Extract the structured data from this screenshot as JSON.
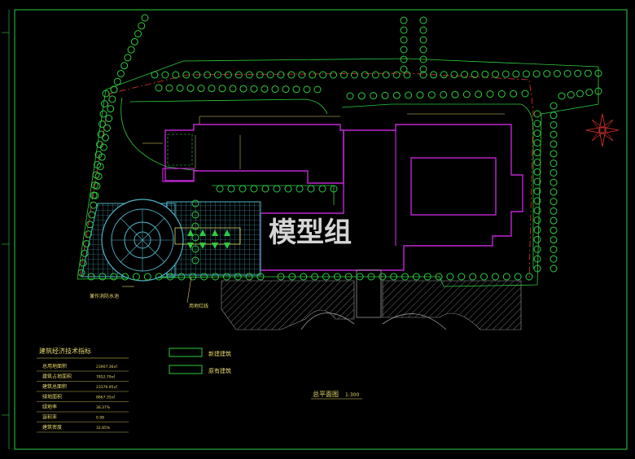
{
  "drawing": {
    "title": "总平面图",
    "scale": "1:300",
    "watermark": "模型组",
    "labels": {
      "fire_pool": "兼作消防水池",
      "red_line": "用地红线"
    },
    "legend": [
      {
        "label": "新建建筑",
        "color": "#2ecc40"
      },
      {
        "label": "原有建筑",
        "color": "#2ecc40"
      }
    ],
    "table": {
      "title": "建筑经济技术指标",
      "rows": [
        {
          "name": "总用地面积",
          "value": "23907.36㎡"
        },
        {
          "name": "建筑占地面积",
          "value": "7852.79㎡"
        },
        {
          "name": "建筑总面积",
          "value": "23376.95㎡"
        },
        {
          "name": "绿地面积",
          "value": "8867.35㎡"
        },
        {
          "name": "绿地率",
          "value": "36.37%"
        },
        {
          "name": "容积率",
          "value": "0.98"
        },
        {
          "name": "建筑密度",
          "value": "32.85%"
        }
      ]
    }
  },
  "colors": {
    "background": "#000000",
    "frame": "#2ecc40",
    "building_outline": "#c026d3",
    "trees": "#2ecc40",
    "plaza": "#4fb3c9",
    "text": "#e8d86a",
    "red_line": "#e0342b",
    "hatch": "#9a9a9a",
    "north_arrow": "#e0342b"
  }
}
